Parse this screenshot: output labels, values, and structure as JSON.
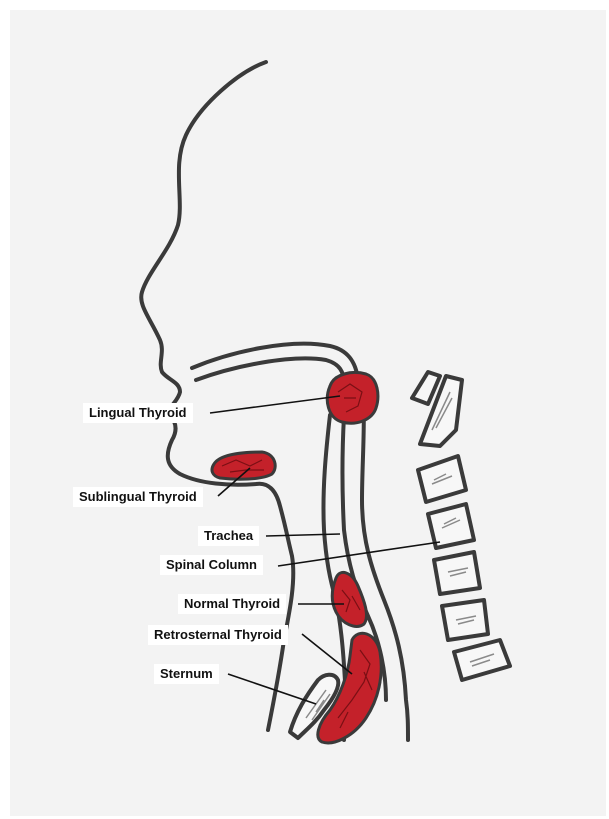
{
  "diagram": {
    "labels": {
      "lingual_thyroid": "Lingual Thyroid",
      "sublingual_thyroid": "Sublingual Thyroid",
      "trachea": "Trachea",
      "spinal_column": "Spinal Column",
      "normal_thyroid": "Normal Thyroid",
      "retrosternal_thyroid": "Retrosternal Thyroid",
      "sternum": "Sternum"
    },
    "colors": {
      "thyroid_fill": "#c4212a",
      "thyroid_texture": "#7a0f14",
      "outline": "#3a3a3a",
      "leader_line": "#111111",
      "paper": "#f3f3f3"
    }
  }
}
